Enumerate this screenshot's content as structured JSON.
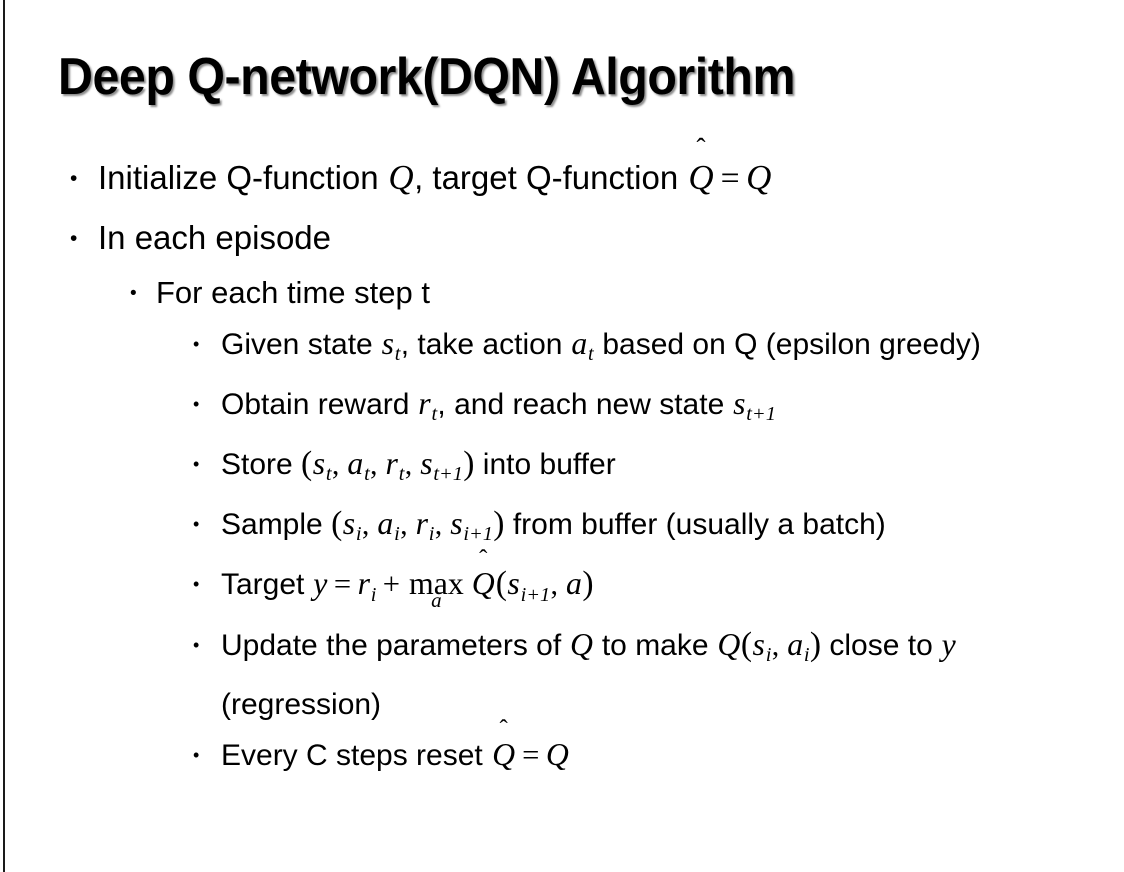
{
  "slide": {
    "title": "Deep Q-network(DQN) Algorithm",
    "background_color": "#ffffff",
    "text_color": "#000000",
    "edge_line_color": "#1a1a1a"
  },
  "outline": {
    "bullet_glyph": "•",
    "items": [
      {
        "level": 1,
        "id": "initialize",
        "plain_text": "Initialize Q-function Q, target Q-function Q̂ = Q",
        "segments": {
          "lead": "Initialize Q-function ",
          "var_q1": "Q",
          "mid": ", target Q-function ",
          "hat_base": "Q",
          "hat_accent": "̂",
          "equals": "=",
          "var_q2": "Q"
        }
      },
      {
        "level": 1,
        "id": "in-each-episode",
        "plain_text": "In each episode",
        "segments": {
          "lead": "In each episode"
        }
      },
      {
        "level": 2,
        "id": "for-each-time-step",
        "plain_text": "For each time step t",
        "segments": {
          "lead": "For each time step t"
        }
      },
      {
        "level": 3,
        "id": "given-state",
        "plain_text": "Given state s_t, take action a_t based on Q (epsilon greedy)",
        "segments": {
          "lead": "Given state ",
          "var_s": "s",
          "sub_s": "t",
          "mid": ", take action ",
          "var_a": "a",
          "sub_a": "t",
          "tail": " based on Q (epsilon greedy)"
        }
      },
      {
        "level": 3,
        "id": "obtain-reward",
        "plain_text": "Obtain reward r_t, and reach new state s_t+1",
        "segments": {
          "lead": "Obtain reward ",
          "var_r": "r",
          "sub_r": "t",
          "mid": ", and reach new state ",
          "var_s": "s",
          "sub_s": "t+1"
        }
      },
      {
        "level": 3,
        "id": "store-transition",
        "plain_text": "Store (s_t, a_t, r_t, s_t+1) into buffer",
        "segments": {
          "lead": "Store ",
          "open_paren": "(",
          "var_s1": "s",
          "sub_s1": "t",
          "c1": ", ",
          "var_a": "a",
          "sub_a": "t",
          "c2": ", ",
          "var_r": "r",
          "sub_r": "t",
          "c3": ", ",
          "var_s2": "s",
          "sub_s2": "t+1",
          "close_paren": ")",
          "tail": " into buffer"
        }
      },
      {
        "level": 3,
        "id": "sample-batch",
        "plain_text": "Sample (s_i, a_i, r_i, s_i+1) from buffer (usually a batch)",
        "segments": {
          "lead": "Sample ",
          "open_paren": "(",
          "var_s1": "s",
          "sub_s1": "i",
          "c1": ", ",
          "var_a": "a",
          "sub_a": "i",
          "c2": ", ",
          "var_r": "r",
          "sub_r": "i",
          "c3": ", ",
          "var_s2": "s",
          "sub_s2": "i+1",
          "close_paren": ")",
          "tail": " from buffer (usually a batch)"
        }
      },
      {
        "level": 3,
        "id": "target-y",
        "plain_text": "Target y = r_i + max_a Q̂(s_i+1, a)",
        "segments": {
          "lead": "Target ",
          "var_y": "y",
          "equals": "=",
          "var_r": "r",
          "sub_r": "i",
          "plus": "+",
          "max_op": "max",
          "max_limit": "a",
          "hat_base": "Q",
          "hat_accent": "̂",
          "open_paren": "(",
          "var_s": "s",
          "sub_s": "i+1",
          "c1": ", ",
          "var_a": "a",
          "close_paren": ")"
        }
      },
      {
        "level": 3,
        "id": "update-parameters",
        "plain_text": "Update the parameters of Q to make Q(s_i, a_i) close to y (regression)",
        "segments": {
          "lead": "Update the parameters of ",
          "var_q1": "Q",
          "mid": " to make ",
          "var_q2": "Q",
          "open_paren": "(",
          "var_s": "s",
          "sub_s": "i",
          "c1": ", ",
          "var_a": "a",
          "sub_a": "i",
          "close_paren": ")",
          "tail": " close to ",
          "var_y": "y",
          "tail2": " (regression)"
        }
      },
      {
        "level": 3,
        "id": "reset-target",
        "plain_text": "Every C steps reset Q̂ = Q",
        "segments": {
          "lead": "Every C steps reset ",
          "hat_base": "Q",
          "hat_accent": "̂",
          "equals": "=",
          "var_q": "Q"
        }
      }
    ]
  }
}
